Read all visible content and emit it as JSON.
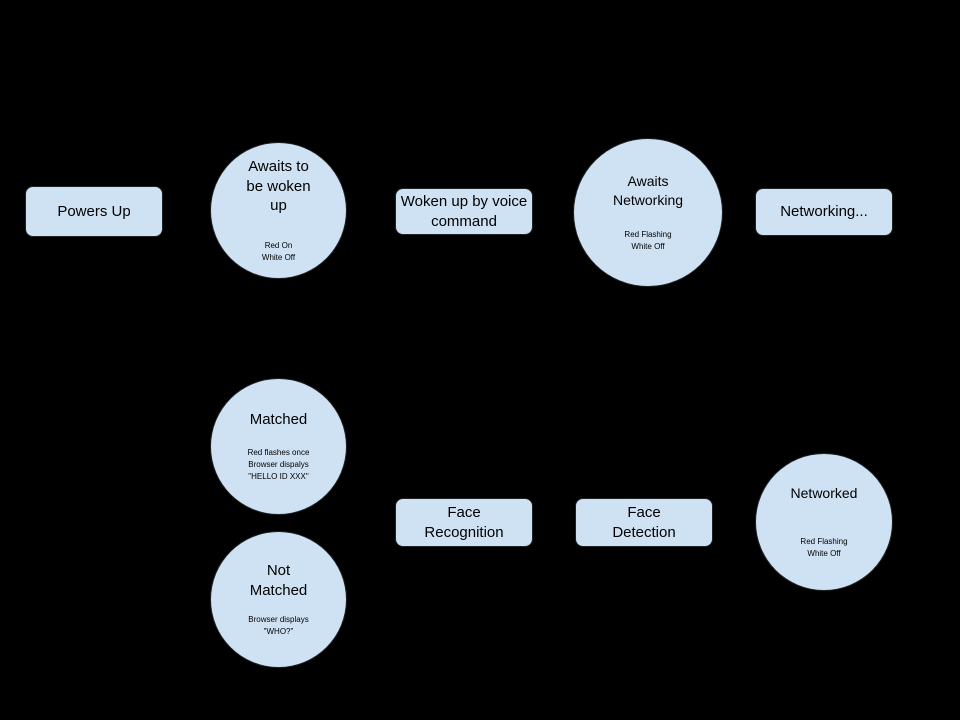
{
  "colors": {
    "background": "#000000",
    "node_fill": "#cfe2f3",
    "node_text": "#000000"
  },
  "nodes": {
    "powers_up": {
      "label": "Powers Up"
    },
    "awaits_wake": {
      "label": "Awaits to be woken up",
      "sub": "Red On\nWhite Off"
    },
    "woken_up": {
      "label": "Woken up by voice command"
    },
    "awaits_networking": {
      "label": "Awaits Networking",
      "sub": "Red Flashing\nWhite Off"
    },
    "networking": {
      "label": "Networking..."
    },
    "matched": {
      "label": "Matched",
      "sub": "Red flashes once\nBrowser dispalys\n\"HELLO ID XXX\""
    },
    "not_matched": {
      "label": "Not Matched",
      "sub": "Browser displays\n\"WHO?\""
    },
    "face_recognition": {
      "label": "Face Recognition"
    },
    "face_detection": {
      "label": "Face Detection"
    },
    "networked": {
      "label": "Networked",
      "sub": "Red Flashing\nWhite Off"
    }
  }
}
